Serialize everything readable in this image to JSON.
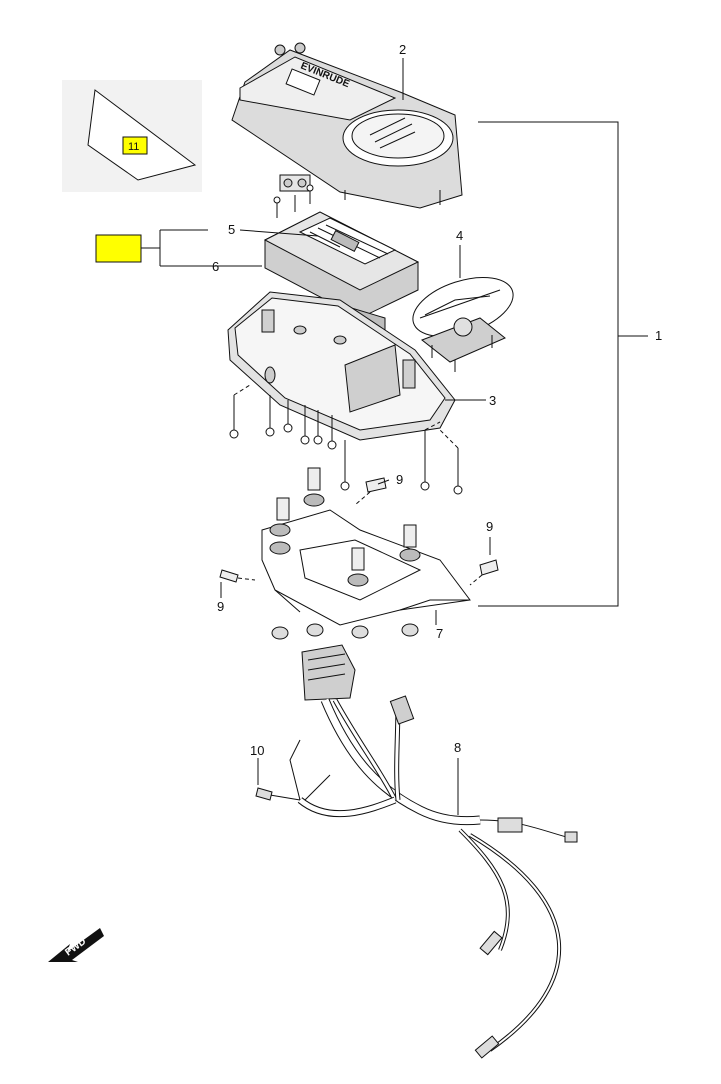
{
  "callouts": {
    "c1": "1",
    "c2": "2",
    "c3": "3",
    "c4": "4",
    "c5": "5",
    "c6": "6",
    "c7": "7",
    "c8": "8",
    "c9a": "9",
    "c9b": "9",
    "c9c": "9",
    "c10": "10",
    "c11": "11"
  },
  "logo_text": "EVINRUDE",
  "fwd_label": "FWD",
  "colors": {
    "highlight": "#ffff00",
    "ink": "#111111",
    "shade": "#d9d9d9",
    "inset_bg": "#f2f2f2"
  }
}
